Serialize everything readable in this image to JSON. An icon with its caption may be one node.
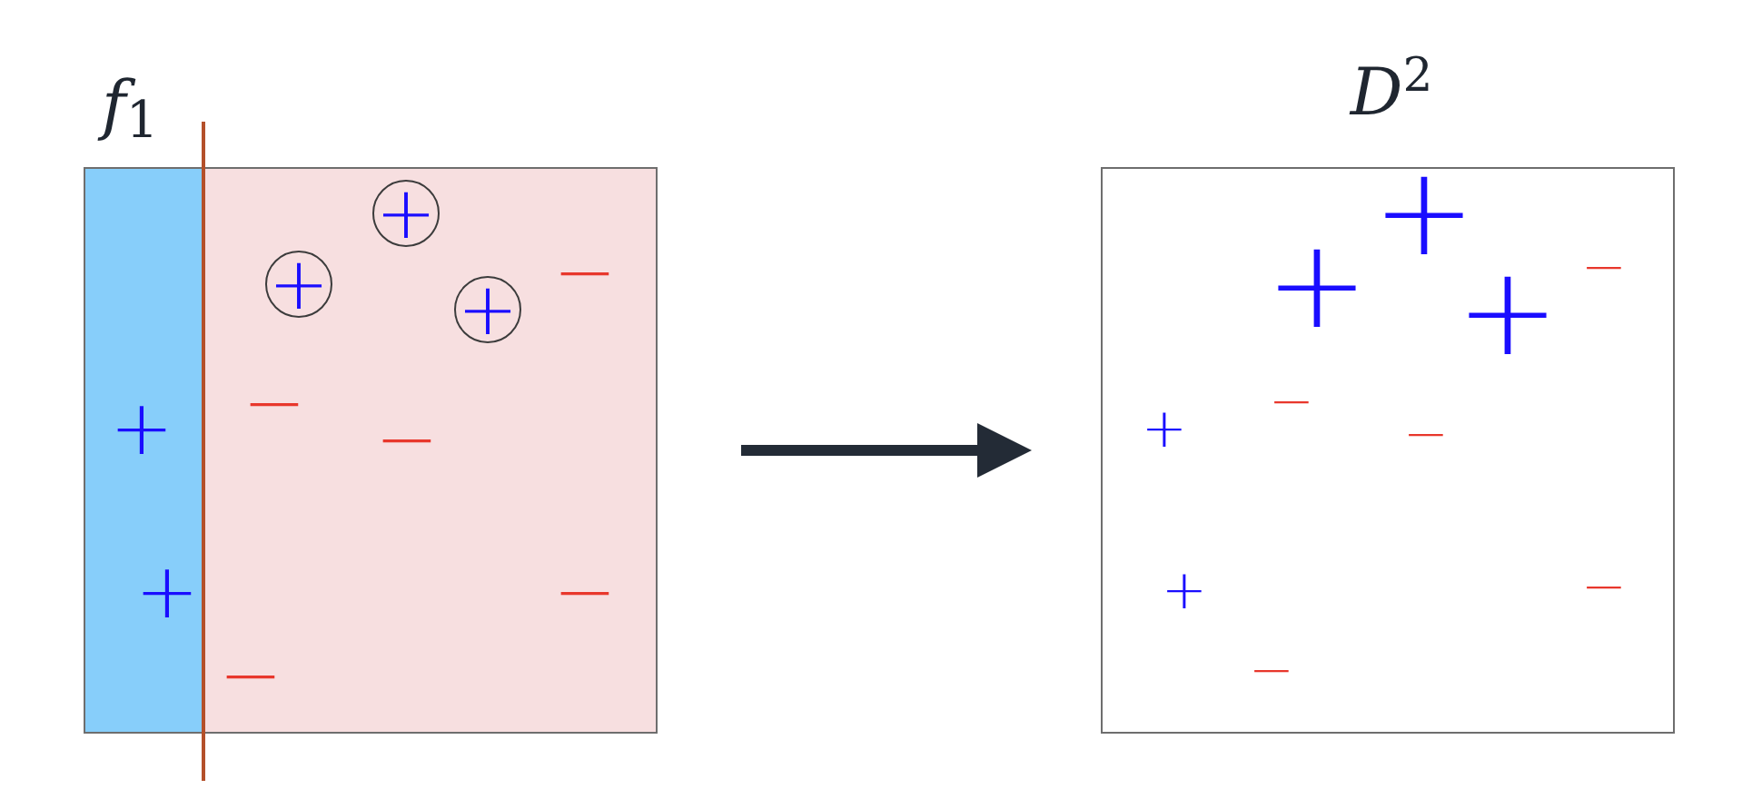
{
  "diagram": {
    "nodes": [
      {
        "text": [
          "*f*$_{1}$"
        ]
      },
      {
        "text": [
          "+"
        ],
        "in": 0
      },
      {
        "text": [
          "+"
        ],
        "in": 0
      },
      {
        "text": [
          "+"
        ],
        "in": 0
      },
      {
        "text": [
          "*D*$^{2}$"
        ]
      }
    ],
    "edges": [
      {
        "from": 0,
        "to": 4,
        "arrow": "to"
      }
    ],
    "labels": [
      "−",
      "+",
      "−",
      "−",
      "+",
      "−",
      "−",
      "+",
      "−",
      "+",
      "+",
      "+",
      "−",
      "−",
      "+",
      "−",
      "−"
    ]
  }
}
